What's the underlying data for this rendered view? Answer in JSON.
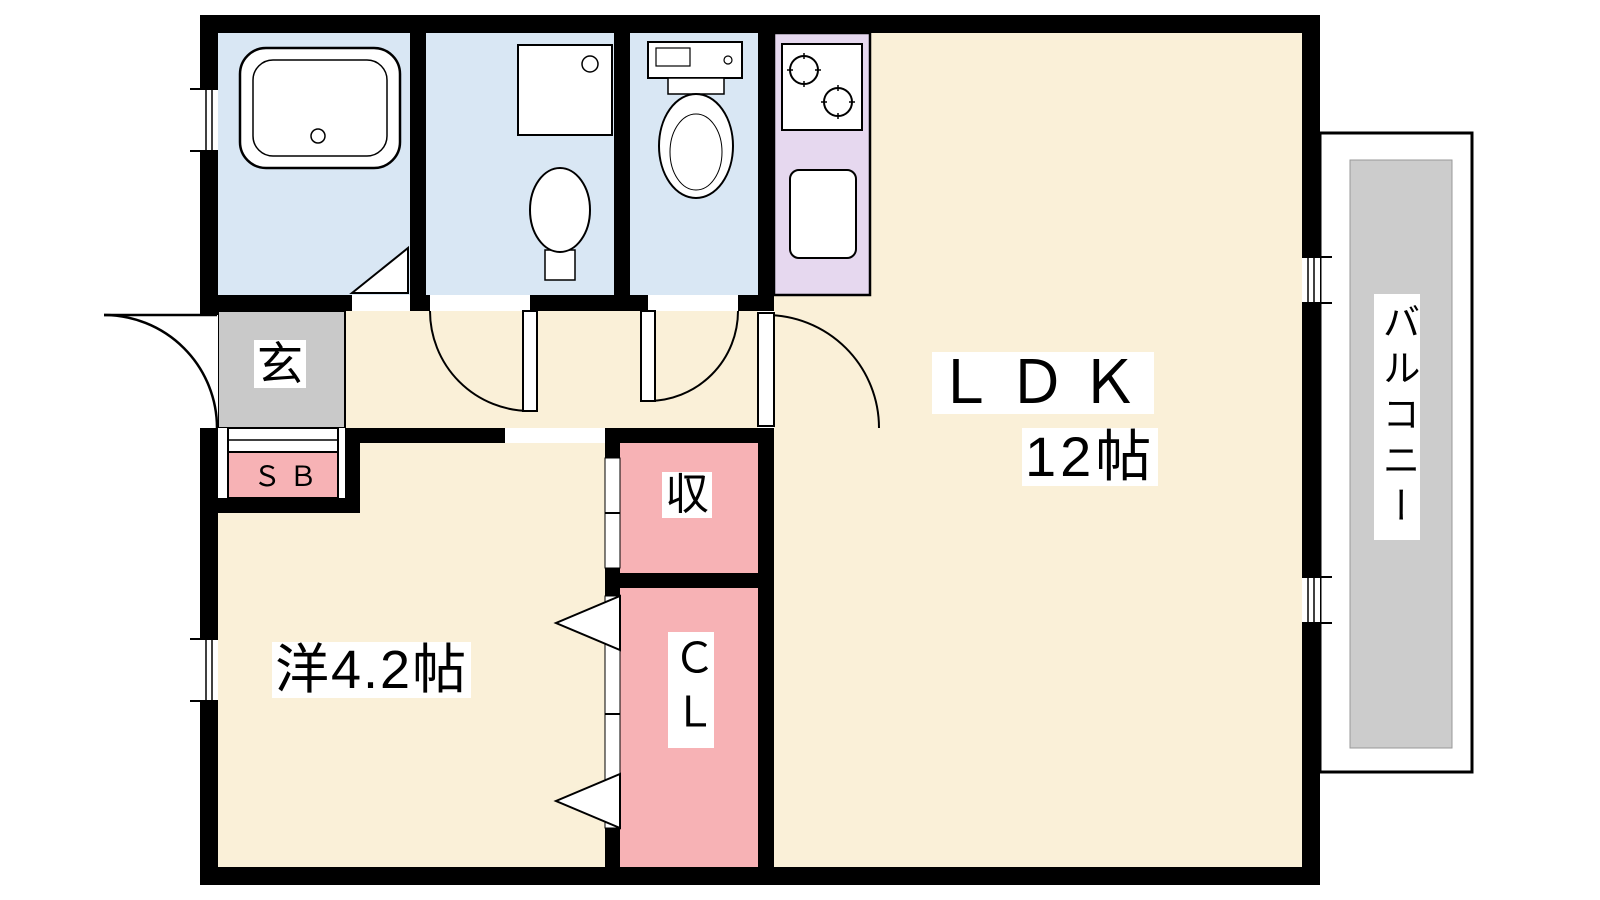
{
  "plan_type": "floor-plan",
  "colors": {
    "wall": "#000000",
    "floor-cream": "#faf0d8",
    "wet-blue": "#d9e7f4",
    "kitchen-lavender": "#e6d8ef",
    "closet-pink": "#f7b2b5",
    "entrance-gray": "#c9c9c9",
    "balcony-gray": "#cccccc"
  },
  "rooms": {
    "ldk": {
      "name": "ＬＤＫ",
      "size": "12帖"
    },
    "western": {
      "name": "洋4.2帖"
    },
    "entrance": {
      "name": "玄"
    },
    "shoe_box": {
      "name": "ＳＢ"
    },
    "storage": {
      "name": "収"
    },
    "closet": {
      "name": "ＣＬ"
    },
    "balcony": {
      "name": "バルコニー"
    }
  }
}
